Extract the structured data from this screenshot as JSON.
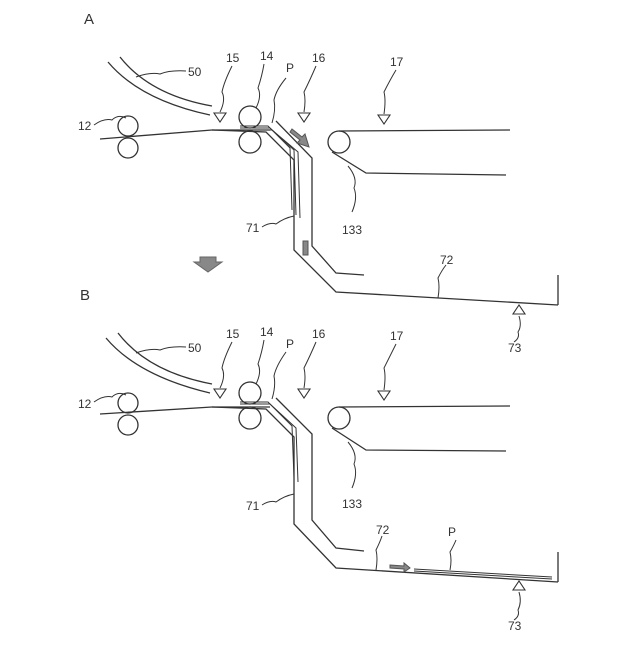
{
  "panels": [
    {
      "letter": "A",
      "labels": {
        "l50": "50",
        "l15": "15",
        "l14": "14",
        "lP": "P",
        "l16": "16",
        "l17": "17",
        "l12": "12",
        "l71": "71",
        "l133": "133",
        "l72": "72",
        "l73": "73"
      }
    },
    {
      "letter": "B",
      "labels": {
        "l50": "50",
        "l15": "15",
        "l14": "14",
        "lP": "P",
        "l16": "16",
        "l17": "17",
        "l12": "12",
        "l71": "71",
        "l133": "133",
        "l72": "72",
        "l73": "73",
        "lP2": "P"
      }
    }
  ],
  "colors": {
    "line": "#333333",
    "arrow_fill": "#888888",
    "arrow_stroke": "#555555"
  }
}
